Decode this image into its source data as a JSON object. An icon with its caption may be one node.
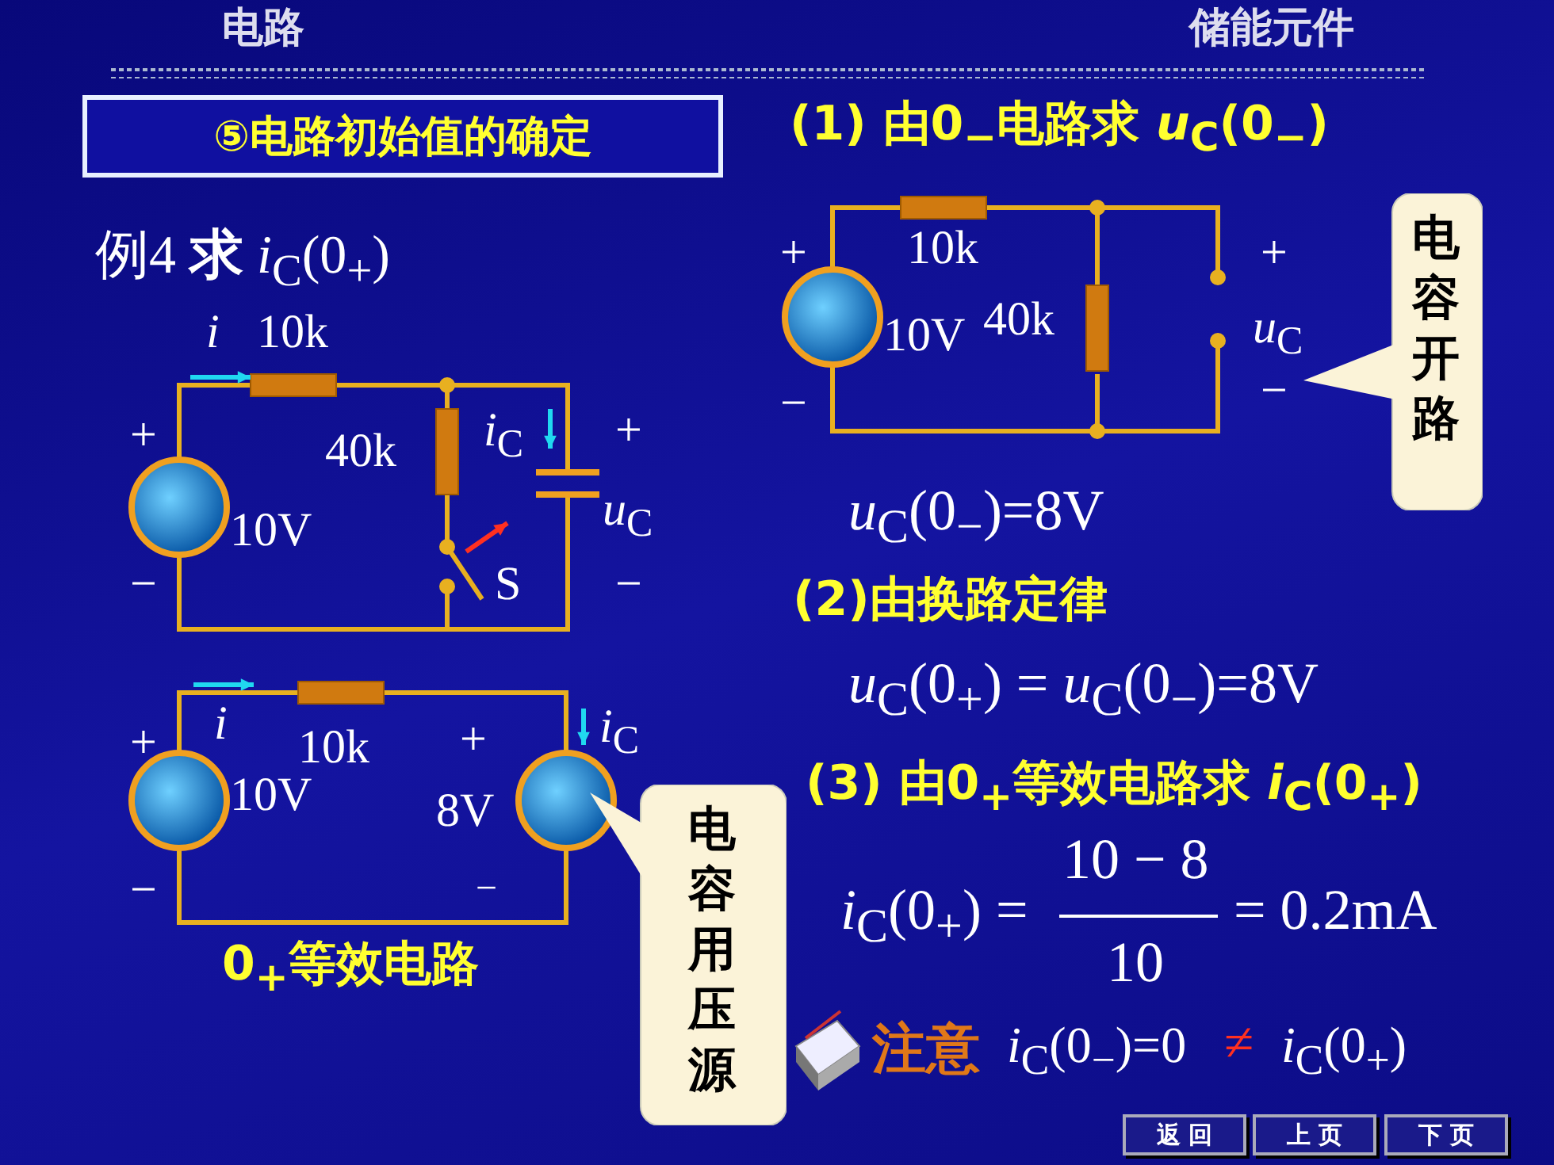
{
  "diagram": {
    "nodes": [
      {
        "text": [
          "⑤电路初始值的确定"
        ]
      },
      {
        "text": [
          "电容开路"
        ]
      },
      {
        "text": [
          "电容用压源"
        ]
      }
    ],
    "labels": [
      "电路",
      "储能元件",
      "(1) **由**0$_{−}$**电路求** *u*$_{C}$(0$_{−}$)",
      "例4 **求** *i*$_{C}$(0$_{+}$)",
      "*i*",
      "10k",
      "+",
      "40k",
      "*i*$_{C}$",
      "+",
      "10V",
      "*u*$_{C}$",
      "S",
      "−",
      "−",
      "+",
      "10k",
      "+",
      "10V",
      "40k",
      "*u*$_{C}$",
      "−",
      "−",
      "*u*$_{C}$(0$_{−}$)=8V",
      "(2)由换路定律",
      "*u*$_{C}$(0$_{+}$) = *u*$_{C}$(0$_{−}$)=8V",
      "+",
      "*i*",
      "10k",
      "+",
      "*i*$_{C}$",
      "10V",
      "8V",
      "−",
      "−",
      "0$_{+}$等效电路",
      "(3) **由**0$_{+}$**等效电路求** *i*$_{C}$(0$_{+}$)",
      "*i*$_{C}$(0$_{+}$) =",
      "10 − 8",
      "10",
      "= 0.2mA",
      "注意",
      "*i*$_{C}$(0$_{−}$)=0",
      "≠",
      "*i*$_{C}$(0$_{+}$)",
      "返 回",
      "上 页",
      "下 页"
    ]
  }
}
